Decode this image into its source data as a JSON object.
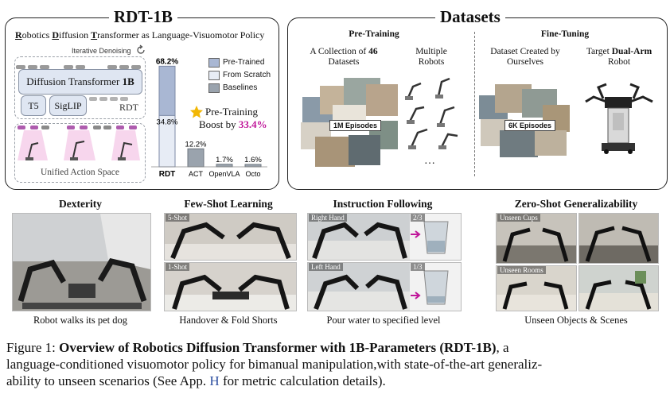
{
  "left_panel": {
    "title": "RDT-1B",
    "subtitle_parts": [
      {
        "t": "R",
        "u": true
      },
      {
        "t": "obotics ",
        "u": false
      },
      {
        "t": "D",
        "u": true
      },
      {
        "t": "iffusion ",
        "u": false
      },
      {
        "t": "T",
        "u": true
      },
      {
        "t": "ransformer as Language-Visuomotor Policy",
        "u": false
      }
    ],
    "iterative": "Iterative Denoising",
    "diffusion_prefix": "Diffusion Transformer ",
    "diffusion_bold": "1B",
    "t5": "T5",
    "siglip": "SigLIP",
    "rdt": "RDT",
    "unified": "Unified Action Space",
    "legend": [
      "Pre-Trained",
      "From Scratch",
      "Baselines"
    ],
    "boost_line1": "Pre-Training",
    "boost_prefix": "Boost by ",
    "boost_value": "33.4%"
  },
  "chart_data": {
    "type": "bar",
    "categories": [
      "RDT",
      "ACT",
      "OpenVLA",
      "Octo"
    ],
    "series": [
      {
        "name": "Pre-Trained",
        "values": [
          68.2,
          null,
          null,
          null
        ]
      },
      {
        "name": "From Scratch",
        "values": [
          34.8,
          null,
          null,
          null
        ]
      },
      {
        "name": "Baselines",
        "values": [
          null,
          12.2,
          1.7,
          1.6
        ]
      }
    ],
    "value_labels": [
      "68.2%",
      "34.8%",
      "12.2%",
      "1.7%",
      "1.6%"
    ],
    "ylim": [
      0,
      70
    ],
    "colors": {
      "Pre-Trained": "#a9b7d3",
      "From Scratch": "#e7ecf5",
      "Baselines": "#9aa3ad"
    }
  },
  "right_panel": {
    "title": "Datasets",
    "pretraining": "Pre-Training",
    "finetuning": "Fine-Tuning",
    "collection_prefix": "A Collection of ",
    "collection_num": "46",
    "collection_suffix": "Datasets",
    "multiple_robots": "Multiple Robots",
    "created_by": "Dataset Created by Ourselves",
    "target_prefix": "Target ",
    "target_bold": "Dual-Arm",
    "target_suffix": "Robot",
    "episodes_pre": "1M Episodes",
    "episodes_fine": "6K Episodes",
    "ellipsis": "…"
  },
  "sections": [
    {
      "title": "Dexterity",
      "caption": "Robot walks its pet dog",
      "tags": []
    },
    {
      "title": "Few-Shot Learning",
      "caption": "Handover & Fold Shorts",
      "tags": [
        "5-Shot",
        "1-Shot"
      ]
    },
    {
      "title": "Instruction Following",
      "caption": "Pour water to specified level",
      "tags": [
        "Right Hand",
        "2/3",
        "Left Hand",
        "1/3"
      ]
    },
    {
      "title": "Zero-Shot Generalizability",
      "caption": "Unseen Objects & Scenes",
      "tags": [
        "Unseen Cups",
        "Unseen Rooms"
      ]
    }
  ],
  "caption": {
    "label": "Figure 1:",
    "bold": "Overview of Robotics Diffusion Transformer with 1B-Parameters (RDT-1B)",
    "rest1": ", a",
    "line2": "language-conditioned visuomotor policy for bimanual manipulation,with state-of-the-art generaliz-",
    "line3_pre": "ability to unseen scenarios (See App. ",
    "line3_link": "H",
    "line3_post": " for metric calculation details)."
  },
  "colors": {
    "accent_purple": "#c0179a",
    "link_blue": "#2d4fa0",
    "star": "#f2b705"
  }
}
